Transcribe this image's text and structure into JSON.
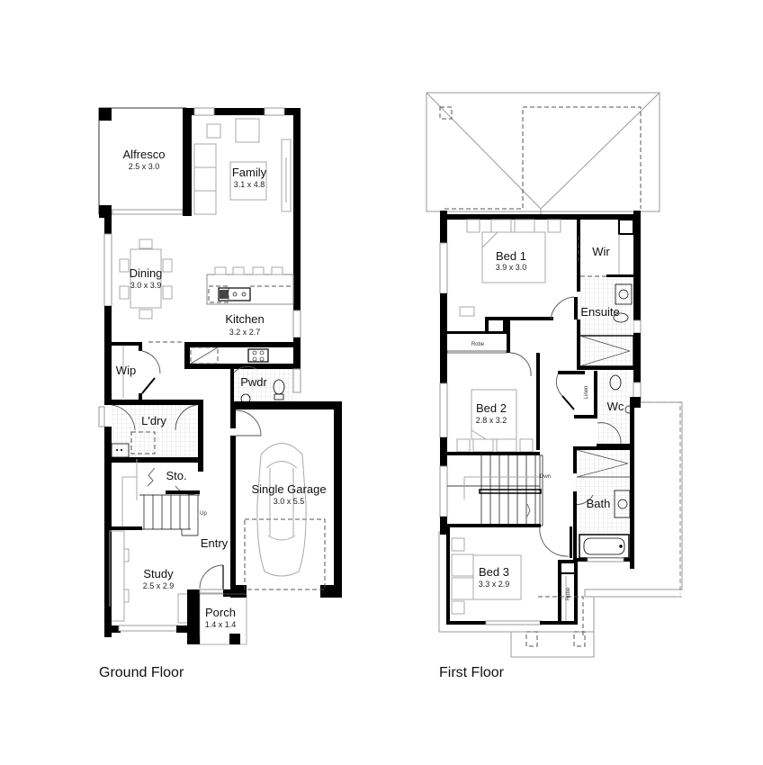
{
  "ground_floor": {
    "title": "Ground Floor",
    "rooms": {
      "alfresco": {
        "name": "Alfresco",
        "size": "2.5 x 3.0"
      },
      "family": {
        "name": "Family",
        "size": "3.1 x 4.8"
      },
      "dining": {
        "name": "Dining",
        "size": "3.0 x 3.9"
      },
      "kitchen": {
        "name": "Kitchen",
        "size": "3.2 x 2.7"
      },
      "wip": {
        "name": "Wip"
      },
      "pwdr": {
        "name": "Pwdr"
      },
      "laundry": {
        "name": "L'dry"
      },
      "storage": {
        "name": "Sto."
      },
      "garage": {
        "name": "Single Garage",
        "size": "3.0 x 5.5"
      },
      "entry": {
        "name": "Entry"
      },
      "study": {
        "name": "Study",
        "size": "2.5 x 2.9"
      },
      "porch": {
        "name": "Porch",
        "size": "1.4 x 1.4"
      }
    },
    "stair_label": "Up"
  },
  "first_floor": {
    "title": "First Floor",
    "rooms": {
      "bed1": {
        "name": "Bed 1",
        "size": "3.9 x 3.0"
      },
      "wir": {
        "name": "Wir"
      },
      "ensuite": {
        "name": "Ensuite"
      },
      "robe1": {
        "name": "Robe"
      },
      "linen": {
        "name": "Linen"
      },
      "bed2": {
        "name": "Bed 2",
        "size": "2.8 x 3.2"
      },
      "wc": {
        "name": "Wc"
      },
      "bath": {
        "name": "Bath"
      },
      "bed3": {
        "name": "Bed 3",
        "size": "3.3 x 2.9"
      },
      "robe3": {
        "name": "Robe"
      }
    },
    "stair_label": "Dwn"
  }
}
